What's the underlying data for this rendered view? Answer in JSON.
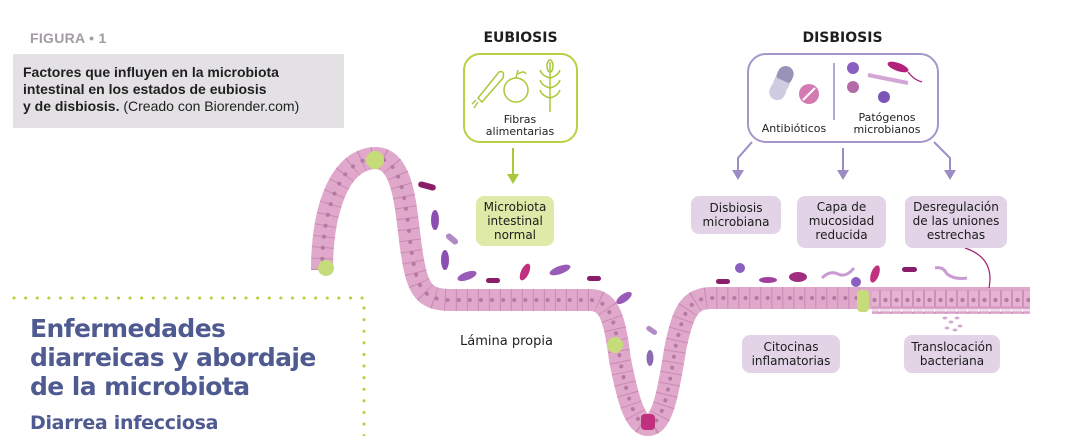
{
  "figure": {
    "label": "FIGURA • 1",
    "caption_bold": "Factores que influyen en la microbiota intestinal en los estados de eubiosis y de disbiosis.",
    "caption_line1": "Factores que influyen en la microbiota",
    "caption_line2": "intestinal en los estados de eubiosis",
    "caption_line3_bold": "y de disbiosis.",
    "caption_credit": " (Creado con Biorender.com)"
  },
  "eubiosis": {
    "heading": "EUBIOSIS",
    "factor_box": {
      "label_line1": "Fibras",
      "label_line2": "alimentarias",
      "icons": [
        "carrot-icon",
        "fruit-icon",
        "wheat-icon"
      ]
    },
    "outcome": {
      "line1": "Microbiota",
      "line2": "intestinal",
      "line3": "normal"
    },
    "color": "#a8c93a"
  },
  "disbiosis": {
    "heading": "DISBIOSIS",
    "factors": [
      {
        "label": "Antibióticos",
        "icons": [
          "capsule-icon",
          "pill-icon"
        ]
      },
      {
        "label_line1": "Patógenos",
        "label_line2": "microbianos",
        "icons": [
          "virus-icon",
          "bacteria-icon",
          "spirochete-icon"
        ]
      }
    ],
    "outcomes": [
      {
        "line1": "Disbiosis",
        "line2": "microbiana"
      },
      {
        "line1": "Capa de",
        "line2": "mucosidad",
        "line3": "reducida"
      },
      {
        "line1": "Desregulación",
        "line2": "de las uniones",
        "line3": "estrechas"
      }
    ],
    "effects": [
      {
        "line1": "Citocinas",
        "line2": "inflamatorias"
      },
      {
        "line1": "Translocación",
        "line2": "bacteriana"
      }
    ],
    "color": "#9c8cc4"
  },
  "tissue": {
    "lamina_label": "Lámina propia"
  },
  "article": {
    "title_line1": "Enfermedades",
    "title_line2": "diarreicas y abordaje",
    "title_line3": "de la microbiota",
    "subtitle": "Diarrea infecciosa",
    "accent_color": "#b8cf3e",
    "title_color": "#4e5a90"
  }
}
